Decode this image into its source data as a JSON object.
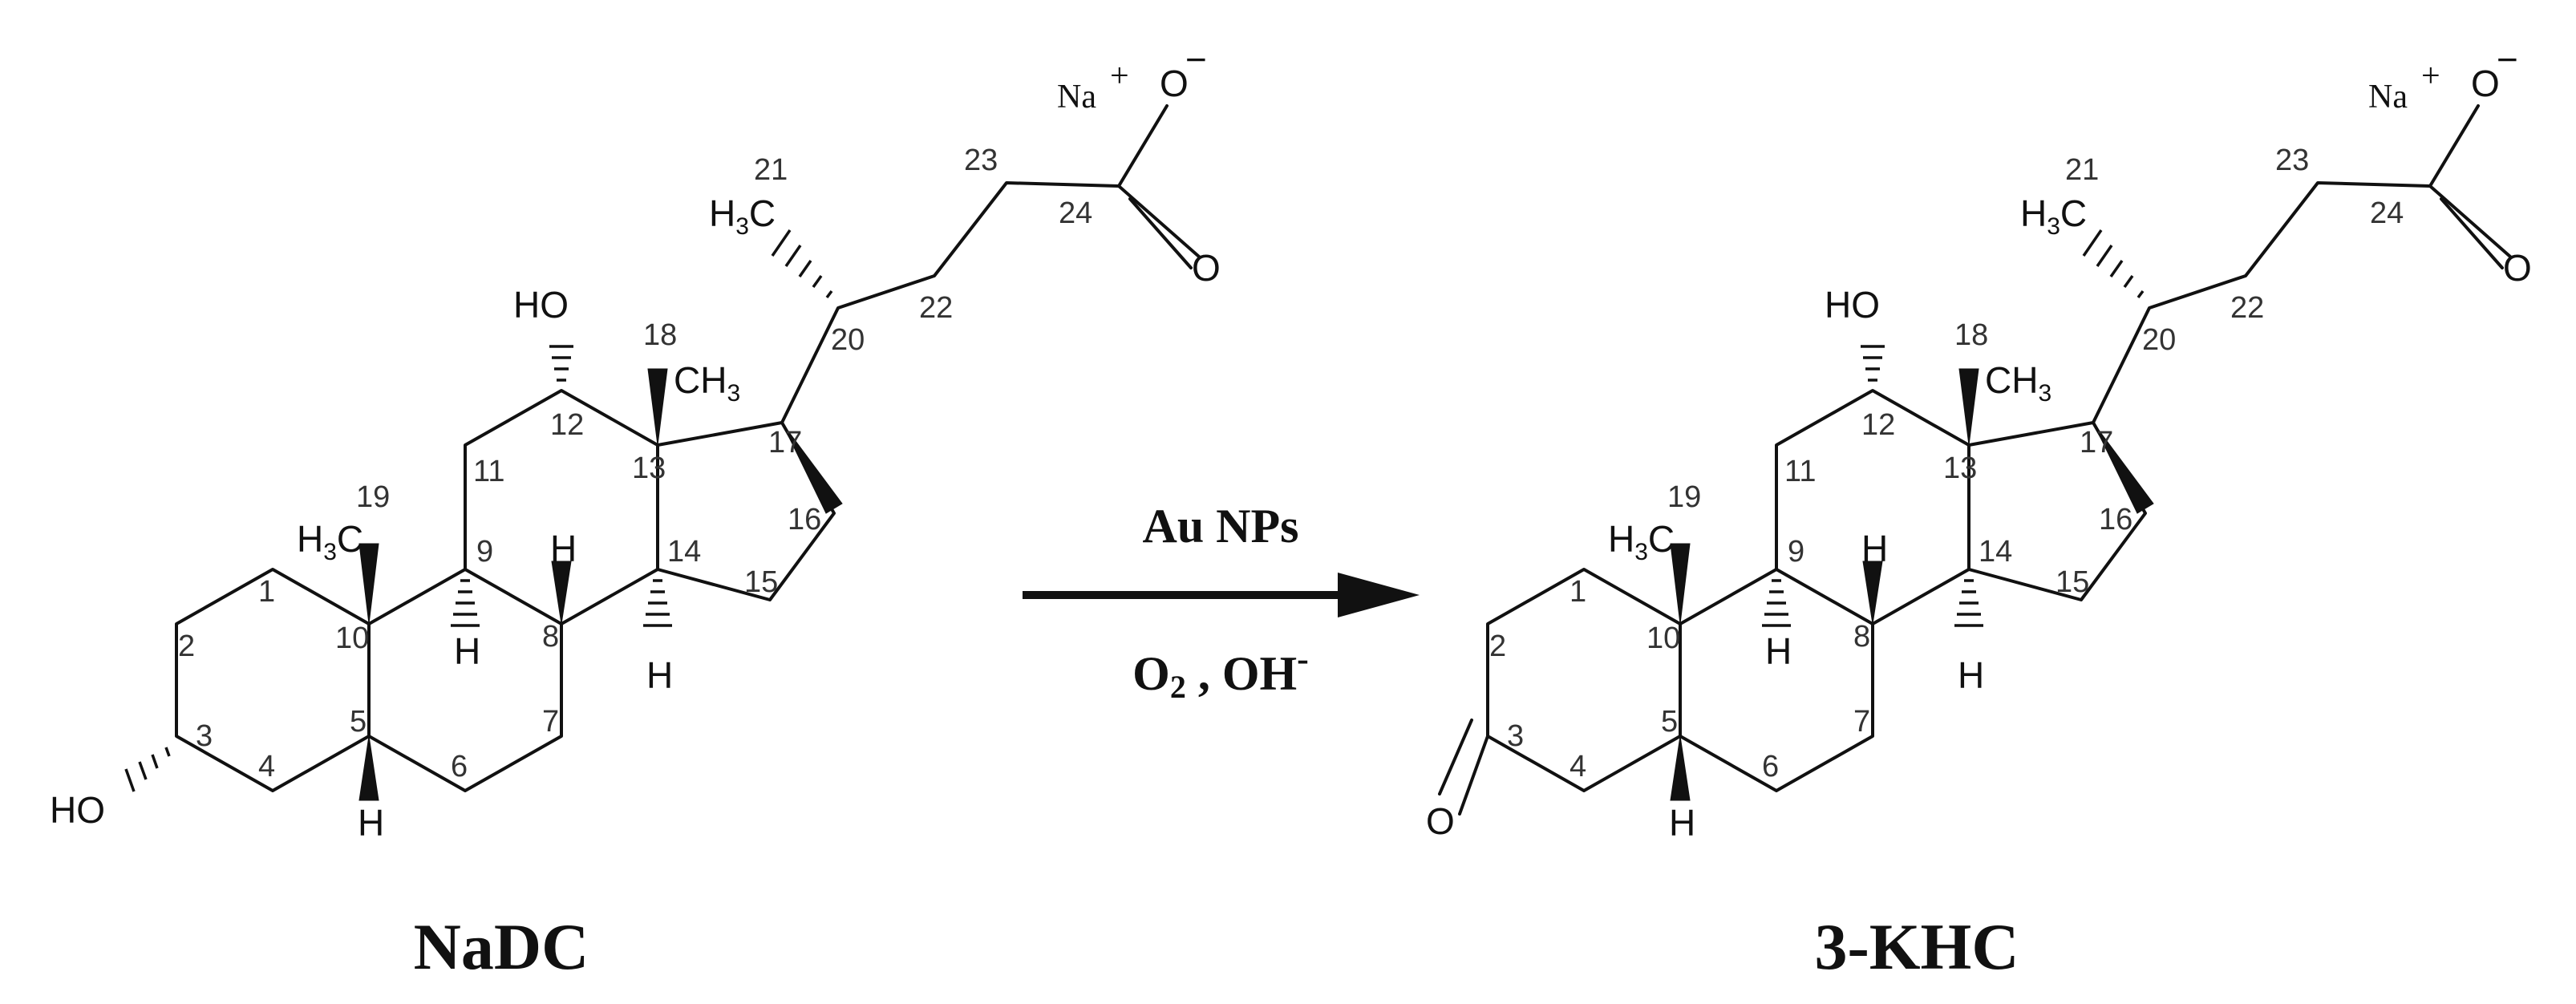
{
  "reaction": {
    "reactant_name": "NaDC",
    "product_name": "3-KHC",
    "conditions_top": "Au NPs",
    "conditions_bottom_o": "O",
    "conditions_bottom_o_sub": "2",
    "conditions_bottom_sep": " , ",
    "conditions_bottom_oh": "OH",
    "conditions_bottom_oh_sup": "-"
  },
  "labels": {
    "na": "Na",
    "plus": "+",
    "o": "O",
    "minus": "−",
    "ho": "HO",
    "h": "H",
    "h3c_h": "H",
    "h3c_3": "3",
    "h3c_c": "C",
    "ch3_ch": "CH",
    "ch3_3": "3"
  },
  "carbon_numbers": [
    "1",
    "2",
    "3",
    "4",
    "5",
    "6",
    "7",
    "8",
    "9",
    "10",
    "11",
    "12",
    "13",
    "14",
    "15",
    "16",
    "17",
    "18",
    "19",
    "20",
    "21",
    "22",
    "23",
    "24"
  ]
}
